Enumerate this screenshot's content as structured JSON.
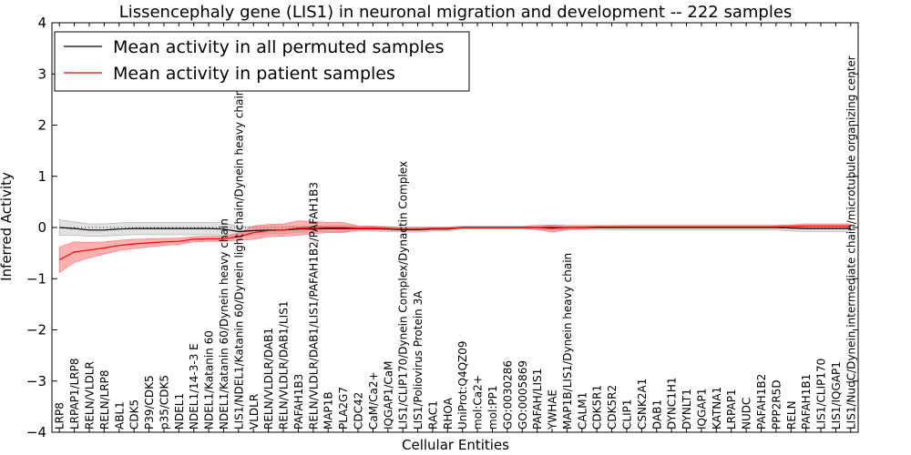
{
  "chart_data": {
    "type": "line",
    "title": "Lissencephaly gene (LIS1) in neuronal migration and development -- 222 samples",
    "xlabel": "Cellular Entities",
    "ylabel": "Inferred Activity",
    "ylim": [
      -4,
      4
    ],
    "yticks": [
      -4,
      -3,
      -2,
      -1,
      0,
      1,
      2,
      3,
      4
    ],
    "legend_position": "top-left",
    "grid": false,
    "categories": [
      "LRP8",
      "LRPAP1/LRP8",
      "RELN/VLDLR",
      "RELN/LRP8",
      "ABL1",
      "CDK5",
      "P39/CDK5",
      "p35/CDK5",
      "NDEL1",
      "NDEL1/14-3-3 E",
      "NDEL1/Katanin 60",
      "NDEL1/Katanin 60/Dynein heavy chain",
      "LIS1/NDEL1/Katanin 60/Dynein light chain/Dynein heavy chain",
      "VLDLR",
      "RELN/VLDLR/DAB1",
      "RELN/VLDLR/DAB1/LIS1",
      "PAFAH1B3",
      "RELN/VLDLR/DAB1/LIS1/PAFAH1B2/PAFAH1B3",
      "MAP1B",
      "PLA2G7",
      "CDC42",
      "CaM/Ca2+",
      "IQGAP1/CaM",
      "LIS1/CLIP170/Dynein Complex/Dynactin Complex",
      "LIS1/Poliovirus Protein 3A",
      "RAC1",
      "RHOA",
      "UniProt:Q4QZ09",
      "mol:Ca2+",
      "mol:PP1",
      "GO:0030286",
      "GO:0005869",
      "PAFAH/LIS1",
      "YWHAE",
      "MAP1B/LIS1/Dynein heavy chain",
      "CALM1",
      "CDK5R1",
      "CDK5R2",
      "CLIP1",
      "CSNK2A1",
      "DAB1",
      "DYNC1H1",
      "DYNLT1",
      "IQGAP1",
      "KATNA1",
      "LRPAP1",
      "NUDC",
      "PAFAH1B2",
      "PPP2R5D",
      "RELN",
      "PAFAH1B1",
      "LIS1/CLIP170",
      "LIS1/IQGAP1",
      "LIS1/NudC/Dynein intermediate chain/microtubule organizing center"
    ],
    "series": [
      {
        "name": "Mean activity in all permuted samples",
        "color": "#000000",
        "band_color": "#aaaaaa",
        "values": [
          0.0,
          -0.02,
          -0.05,
          -0.05,
          -0.03,
          -0.02,
          -0.02,
          -0.02,
          -0.02,
          -0.02,
          -0.02,
          -0.03,
          -0.08,
          -0.06,
          -0.05,
          -0.05,
          -0.03,
          -0.03,
          -0.02,
          -0.02,
          -0.02,
          -0.02,
          -0.03,
          -0.04,
          -0.04,
          -0.03,
          -0.03,
          0.0,
          0.0,
          0.0,
          0.0,
          0.0,
          0.0,
          0.0,
          0.0,
          0.0,
          0.0,
          0.0,
          0.0,
          0.0,
          0.0,
          0.0,
          0.0,
          0.0,
          0.0,
          0.0,
          0.0,
          0.0,
          0.0,
          -0.01,
          -0.02,
          -0.02,
          -0.02,
          -0.02
        ],
        "band": [
          0.15,
          0.13,
          0.12,
          0.12,
          0.12,
          0.12,
          0.12,
          0.12,
          0.12,
          0.12,
          0.12,
          0.12,
          0.1,
          0.08,
          0.07,
          0.07,
          0.06,
          0.06,
          0.06,
          0.06,
          0.05,
          0.05,
          0.05,
          0.05,
          0.05,
          0.04,
          0.04,
          0.03,
          0.03,
          0.03,
          0.03,
          0.03,
          0.04,
          0.04,
          0.04,
          0.04,
          0.04,
          0.04,
          0.05,
          0.05,
          0.05,
          0.05,
          0.05,
          0.05,
          0.05,
          0.05,
          0.05,
          0.05,
          0.05,
          0.06,
          0.06,
          0.06,
          0.06,
          0.06
        ]
      },
      {
        "name": "Mean activity in patient samples",
        "color": "#ff0000",
        "band_color": "#ff7070",
        "values": [
          -0.63,
          -0.48,
          -0.44,
          -0.4,
          -0.35,
          -0.32,
          -0.3,
          -0.28,
          -0.27,
          -0.23,
          -0.22,
          -0.22,
          -0.18,
          -0.1,
          -0.06,
          -0.05,
          -0.01,
          0.0,
          0.0,
          0.0,
          -0.01,
          -0.01,
          -0.02,
          -0.03,
          -0.03,
          -0.02,
          -0.02,
          0.0,
          0.0,
          0.0,
          0.0,
          0.0,
          0.0,
          -0.02,
          0.0,
          0.0,
          0.01,
          0.01,
          0.01,
          0.01,
          0.01,
          0.01,
          0.01,
          0.01,
          0.01,
          0.01,
          0.01,
          0.01,
          0.01,
          0.02,
          0.03,
          0.03,
          0.03,
          0.03
        ],
        "band": [
          0.25,
          0.2,
          0.15,
          0.12,
          0.1,
          0.09,
          0.08,
          0.07,
          0.06,
          0.05,
          0.05,
          0.05,
          0.07,
          0.13,
          0.12,
          0.12,
          0.14,
          0.12,
          0.1,
          0.1,
          0.04,
          0.03,
          0.03,
          0.03,
          0.03,
          0.02,
          0.02,
          0.01,
          0.01,
          0.01,
          0.01,
          0.01,
          0.04,
          0.07,
          0.04,
          0.03,
          0.02,
          0.02,
          0.02,
          0.02,
          0.02,
          0.02,
          0.02,
          0.02,
          0.02,
          0.02,
          0.02,
          0.02,
          0.02,
          0.03,
          0.04,
          0.04,
          0.04,
          0.04
        ]
      }
    ]
  }
}
